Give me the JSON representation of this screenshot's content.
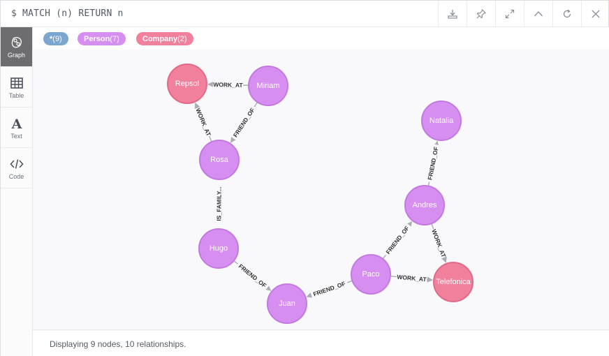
{
  "header": {
    "query": "$ MATCH (n) RETURN n",
    "buttons": [
      "download-icon",
      "pin-icon",
      "expand-icon",
      "collapse-icon",
      "rerun-icon",
      "close-icon"
    ]
  },
  "sidebar": {
    "items": [
      {
        "label": "Graph",
        "icon": "graph-icon",
        "active": true
      },
      {
        "label": "Table",
        "icon": "table-icon",
        "active": false
      },
      {
        "label": "Text",
        "icon": "text-icon",
        "active": false
      },
      {
        "label": "Code",
        "icon": "code-icon",
        "active": false
      }
    ]
  },
  "legend": {
    "all": {
      "label": "*",
      "count": "(9)",
      "color": "#7ba6d0"
    },
    "person": {
      "label": "Person",
      "count": "(7)",
      "color": "#d68ef0"
    },
    "company": {
      "label": "Company",
      "count": "(2)",
      "color": "#f0809c"
    }
  },
  "graph": {
    "person_color": "#d68ef0",
    "person_border": "#c27ae0",
    "company_color": "#f0809c",
    "company_border": "#df6a88",
    "edge_color": "#a8acb4",
    "nodes": [
      {
        "id": "repsol",
        "label": "Repsol",
        "type": "company"
      },
      {
        "id": "miriam",
        "label": "Miriam",
        "type": "person"
      },
      {
        "id": "rosa",
        "label": "Rosa",
        "type": "person"
      },
      {
        "id": "hugo",
        "label": "Hugo",
        "type": "person"
      },
      {
        "id": "juan",
        "label": "Juan",
        "type": "person"
      },
      {
        "id": "paco",
        "label": "Paco",
        "type": "person"
      },
      {
        "id": "andres",
        "label": "Andres",
        "type": "person"
      },
      {
        "id": "natalia",
        "label": "Natalia",
        "type": "person"
      },
      {
        "id": "telefonica",
        "label": "Telefonica",
        "type": "company"
      }
    ],
    "edges": [
      {
        "from": "miriam",
        "to": "repsol",
        "label": "WORK_AT"
      },
      {
        "from": "miriam",
        "to": "rosa",
        "label": "FRIEND_OF"
      },
      {
        "from": "rosa",
        "to": "repsol",
        "label": "WORK_AT"
      },
      {
        "from": "rosa",
        "to": "hugo",
        "label": "IS_FAMILY..."
      },
      {
        "from": "hugo",
        "to": "juan",
        "label": "FRIEND_OF"
      },
      {
        "from": "paco",
        "to": "juan",
        "label": "FRIEND_OF"
      },
      {
        "from": "paco",
        "to": "andres",
        "label": "FRIEND_OF"
      },
      {
        "from": "paco",
        "to": "telefonica",
        "label": "WORK_AT"
      },
      {
        "from": "andres",
        "to": "telefonica",
        "label": "WORK_AT"
      },
      {
        "from": "andres",
        "to": "natalia",
        "label": "FRIEND_OF"
      }
    ]
  },
  "footer": {
    "status": "Displaying 9 nodes, 10 relationships."
  }
}
